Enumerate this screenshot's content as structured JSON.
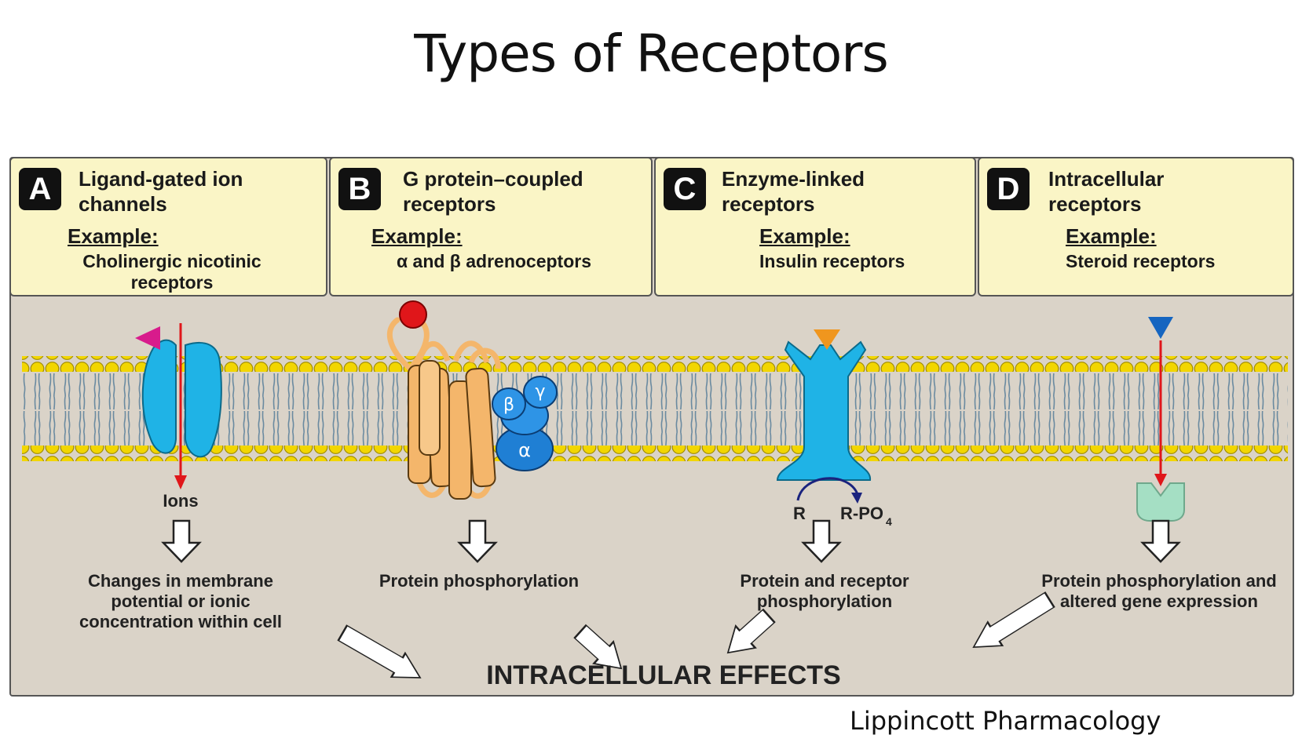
{
  "title": "Types of Receptors",
  "boxes": [
    {
      "letter": "A",
      "title": "Ligand-gated ion channels",
      "example_label": "Example:",
      "example": "Cholinergic nicotinic receptors"
    },
    {
      "letter": "B",
      "title": "G protein–coupled receptors",
      "example_label": "Example:",
      "example": "α and β adrenoceptors"
    },
    {
      "letter": "C",
      "title": "Enzyme-linked receptors",
      "example_label": "Example:",
      "example": "Insulin receptors"
    },
    {
      "letter": "D",
      "title": "Intracellular receptors",
      "example_label": "Example:",
      "example": "Steroid receptors"
    }
  ],
  "labels": {
    "ions": "Ions",
    "r": "R",
    "rpo4": "R-PO",
    "rpo4_sub": "4",
    "beta": "β",
    "gamma": "γ",
    "alpha": "α"
  },
  "outcomes": {
    "a": "Changes in membrane potential or ionic concentration within cell",
    "b": "Protein phosphorylation",
    "c": "Protein and receptor phosphorylation",
    "d": "Protein phosphorylation and altered gene expression"
  },
  "effects": "INTRACELLULAR EFFECTS",
  "credit": "Lippincott Pharmacology",
  "colors": {
    "panel": "#dad3c8",
    "box": "#faf5c6",
    "membrane_head": "#f2d600",
    "receptor_blue": "#1fb3e6",
    "gpcr_orange": "#f4b66b",
    "ligand_red": "#e0161a",
    "ligand_magenta": "#d81b8c",
    "ligand_orange": "#f0961e",
    "ligand_blue": "#1565c0",
    "intracellular_receptor": "#a5dfc4"
  }
}
